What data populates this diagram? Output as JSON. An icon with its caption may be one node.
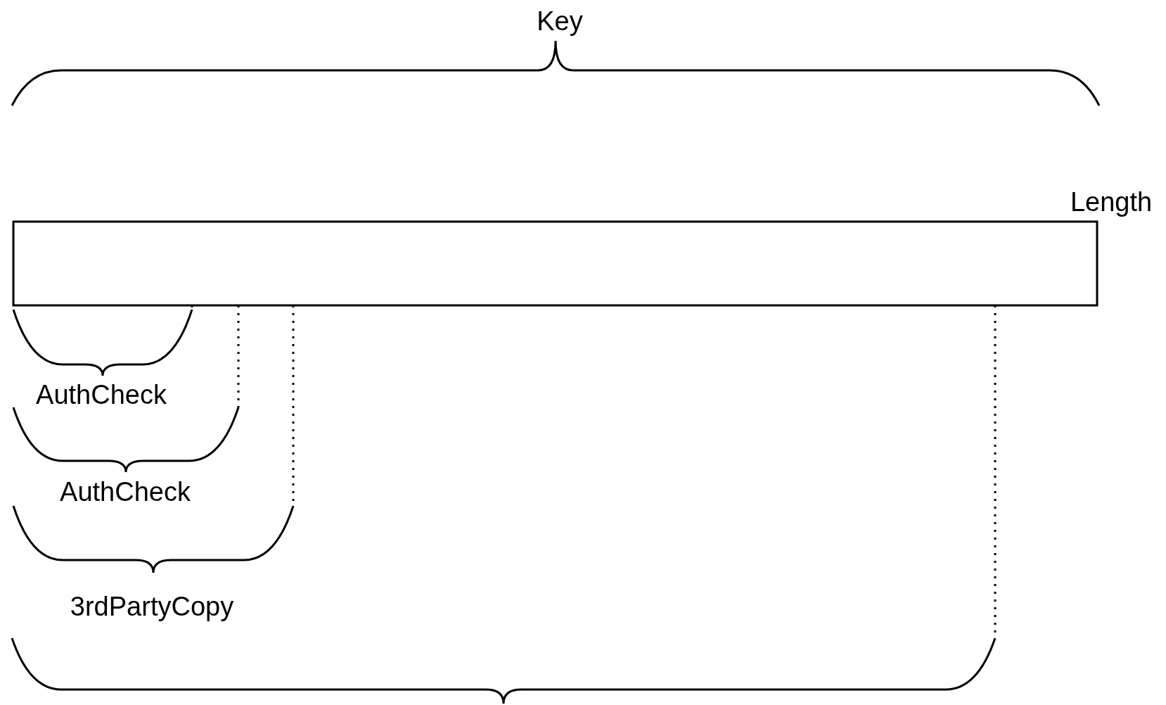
{
  "diagram": {
    "nodes": [
      {
        "text": [],
        "shape": "bar"
      }
    ],
    "labels": [
      "Key",
      "Length",
      "AuthCheck",
      "AuthCheck",
      "3rdPartyCopy"
    ]
  }
}
